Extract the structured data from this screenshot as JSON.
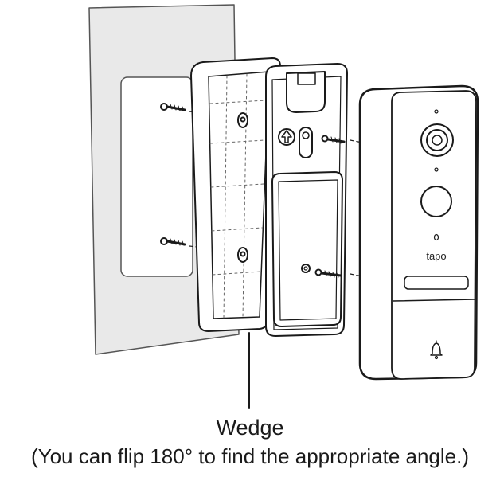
{
  "diagram": {
    "device_brand": "tapo",
    "icons": [
      "screw-icon",
      "arrow-up-icon",
      "camera-lens-icon",
      "doorbell-button-icon",
      "bell-icon"
    ]
  },
  "caption": {
    "title": "Wedge",
    "subtitle": "(You can flip 180° to find the appropriate angle.)"
  },
  "colors": {
    "wall": "#e9e9e9",
    "line": "#1a1a1a",
    "device_body": "#ffffff"
  }
}
